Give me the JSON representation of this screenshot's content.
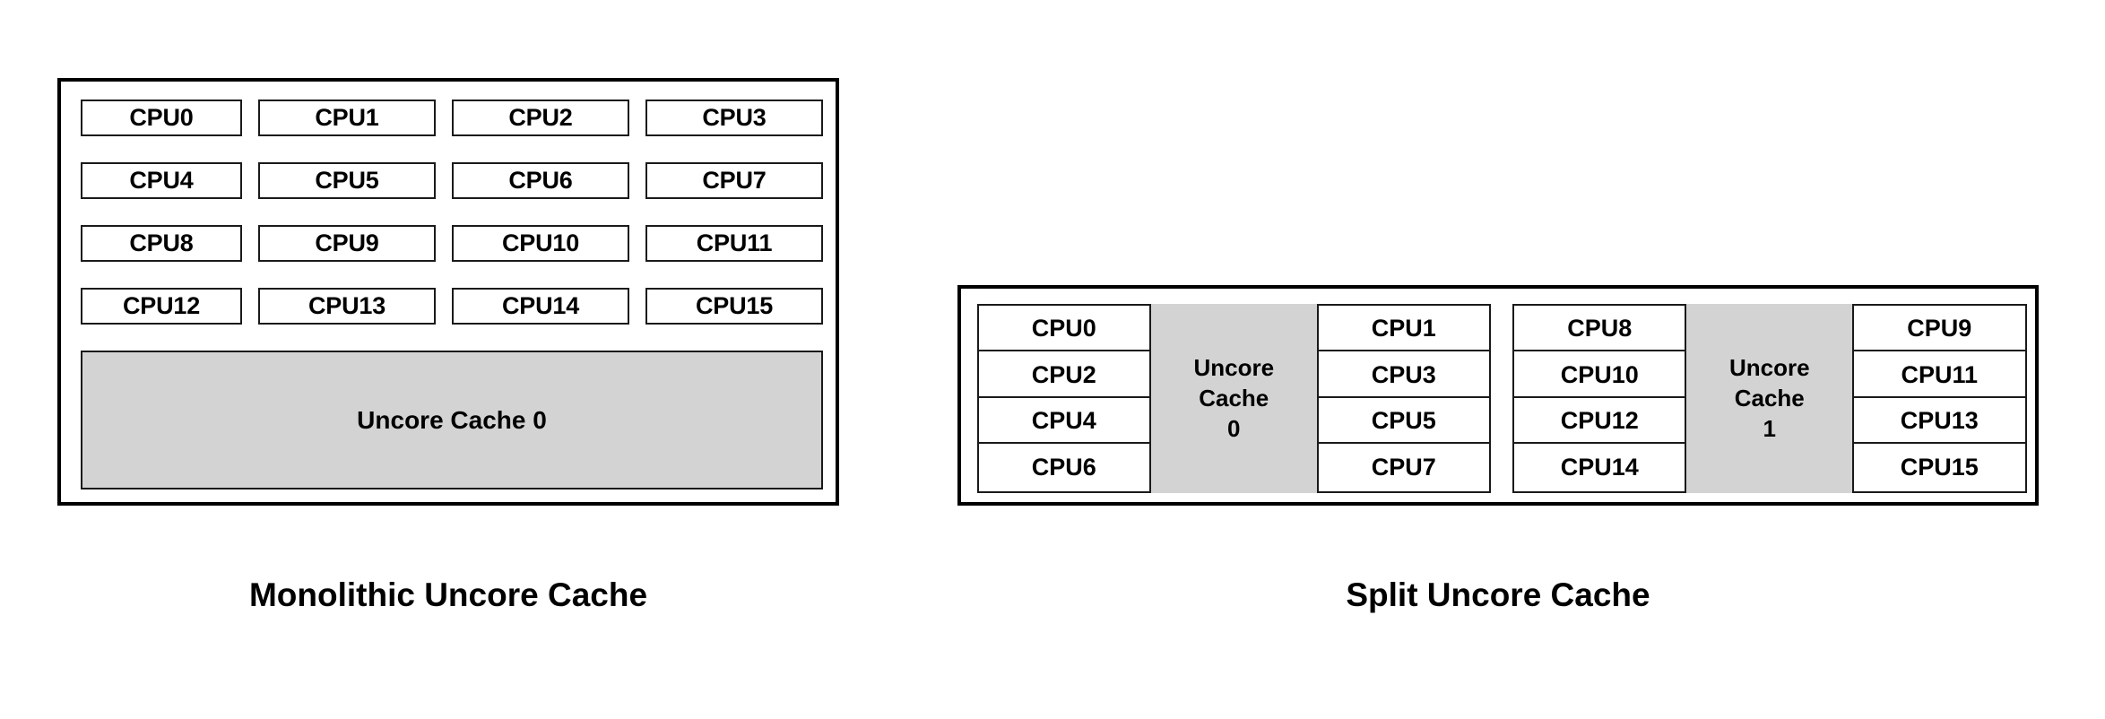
{
  "figure": {
    "background_color": "#ffffff",
    "line_color": "#000000",
    "cache_fill_color": "#d3d3d3"
  },
  "monolithic": {
    "caption": "Monolithic Uncore Cache",
    "cpus": [
      "CPU0",
      "CPU1",
      "CPU2",
      "CPU3",
      "CPU4",
      "CPU5",
      "CPU6",
      "CPU7",
      "CPU8",
      "CPU9",
      "CPU10",
      "CPU11",
      "CPU12",
      "CPU13",
      "CPU14",
      "CPU15"
    ],
    "cache_label": "Uncore Cache 0"
  },
  "split": {
    "caption": "Split Uncore Cache",
    "groups": [
      {
        "left_cpus": [
          "CPU0",
          "CPU2",
          "CPU4",
          "CPU6"
        ],
        "right_cpus": [
          "CPU1",
          "CPU3",
          "CPU5",
          "CPU7"
        ],
        "cache_line1": "Uncore",
        "cache_line2": "Cache",
        "cache_line3": "0"
      },
      {
        "left_cpus": [
          "CPU8",
          "CPU10",
          "CPU12",
          "CPU14"
        ],
        "right_cpus": [
          "CPU9",
          "CPU11",
          "CPU13",
          "CPU15"
        ],
        "cache_line1": "Uncore",
        "cache_line2": "Cache",
        "cache_line3": "1"
      }
    ]
  }
}
